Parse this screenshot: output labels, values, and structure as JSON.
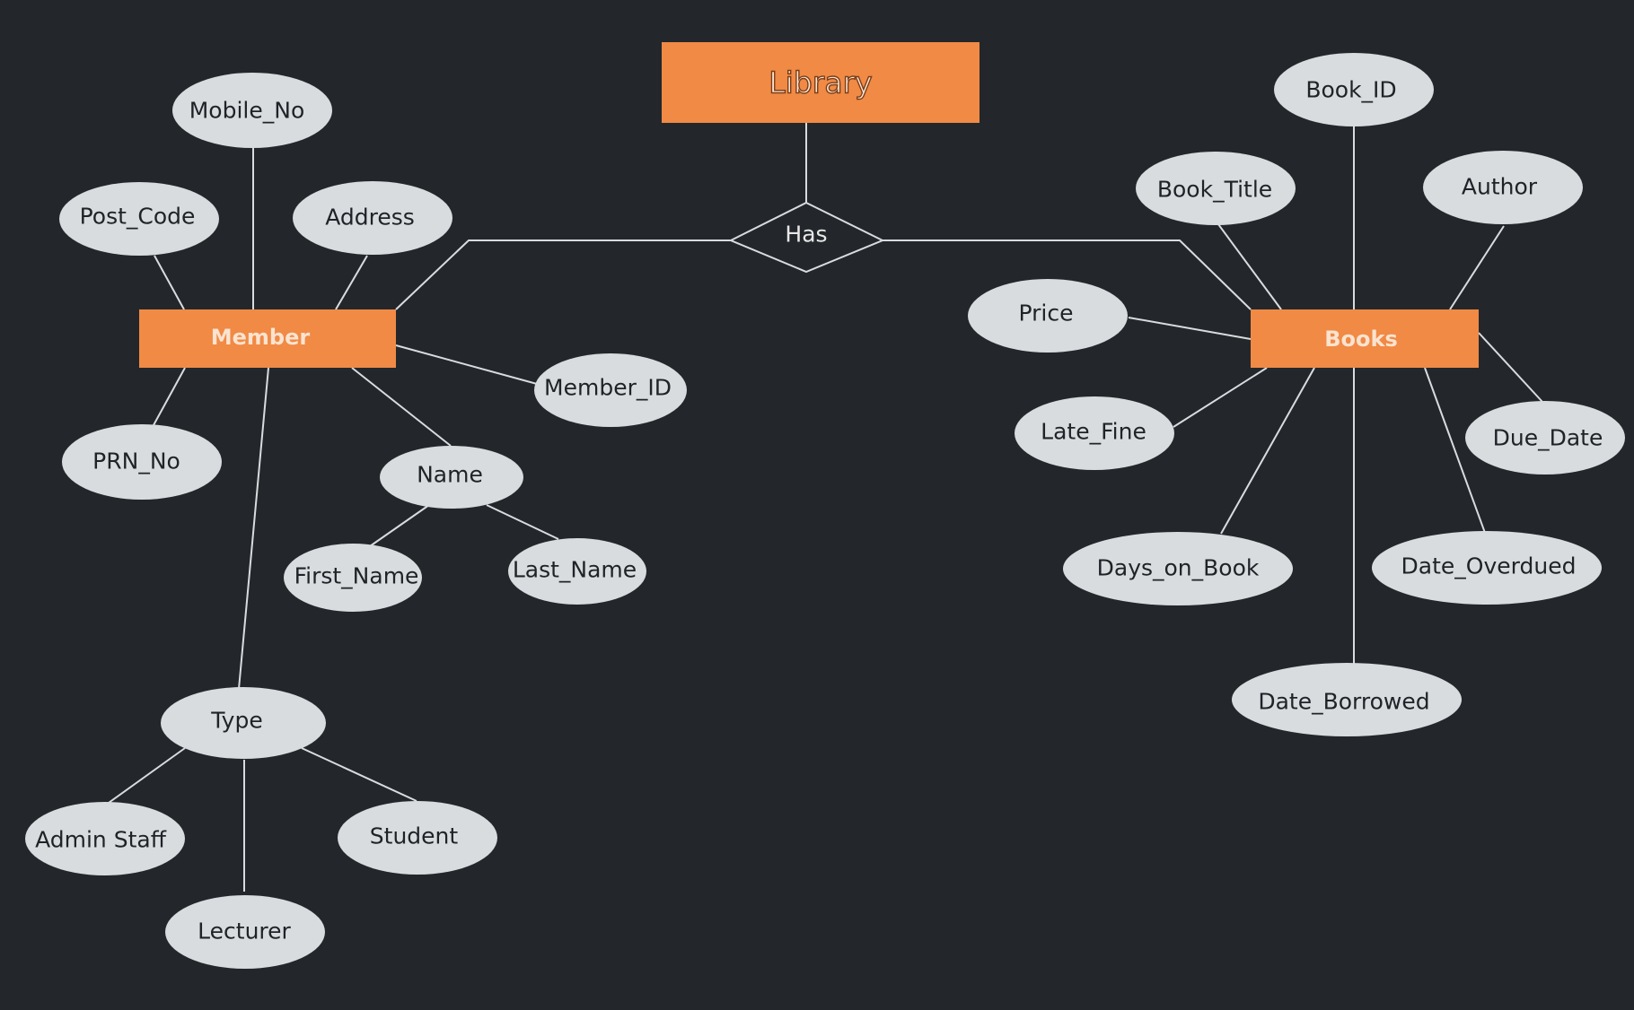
{
  "diagram": {
    "colors": {
      "background": "#23272b",
      "entity_fill": "#f08a45",
      "attribute_fill": "#d9dcdf",
      "line": "#d9dcdf"
    },
    "title": "Library",
    "relationship": "Has",
    "entities": {
      "member": "Member",
      "books": "Books"
    },
    "member_attributes": {
      "mobile_no": "Mobile_No",
      "post_code": "Post_Code",
      "address": "Address",
      "member_id": "Member_ID",
      "prn_no": "PRN_No",
      "name": "Name",
      "first_name": "First_Name",
      "last_name": "Last_Name",
      "type": "Type",
      "admin_staff": "Admin Staff",
      "student": "Student",
      "lecturer": "Lecturer"
    },
    "book_attributes": {
      "book_id": "Book_ID",
      "book_title": "Book_Title",
      "author": "Author",
      "price": "Price",
      "late_fine": "Late_Fine",
      "due_date": "Due_Date",
      "days_on_book": "Days_on_Book",
      "date_overdued": "Date_Overdued",
      "date_borrowed": "Date_Borrowed"
    }
  }
}
